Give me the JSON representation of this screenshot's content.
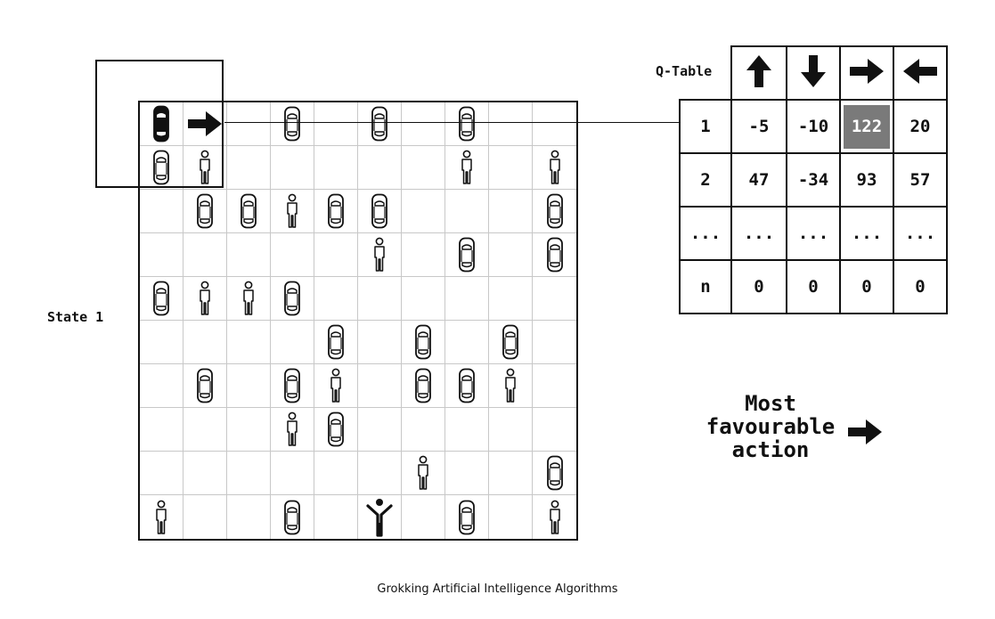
{
  "state_label": "State 1",
  "qtable": {
    "title": "Q-Table",
    "actions": [
      {
        "icon": "arrow-up-icon"
      },
      {
        "icon": "arrow-down-icon"
      },
      {
        "icon": "arrow-right-icon"
      },
      {
        "icon": "arrow-left-icon"
      }
    ],
    "rows": [
      {
        "state": "1",
        "values": [
          "-5",
          "-10",
          "122",
          "20"
        ],
        "highlight_index": 2
      },
      {
        "state": "2",
        "values": [
          "47",
          "-34",
          "93",
          "57"
        ],
        "highlight_index": -1
      },
      {
        "state": "...",
        "values": [
          "...",
          "...",
          "...",
          "..."
        ],
        "highlight_index": -1
      },
      {
        "state": "n",
        "values": [
          "0",
          "0",
          "0",
          "0"
        ],
        "highlight_index": -1
      }
    ],
    "highlight_color": "#7a7a7a"
  },
  "favourable_action": {
    "line1": "Most",
    "line2": "favourable",
    "line3": "action",
    "icon": "arrow-right-icon"
  },
  "caption": "Grokking Artificial Intelligence Algorithms",
  "grid_map": [
    "AR.C.C.C.",
    "CP.....P.P",
    ".CCPCC...C",
    ".....P.C.C",
    "CPPC......",
    "....C.C.C.",
    ".C.CP.CCP.",
    "...PC.....",
    "......P..C",
    "P..C.D.C.P"
  ],
  "grid_legend": {
    "A": "agent-car",
    "R": "move-arrow",
    "C": "parked-car",
    "P": "pedestrian",
    "D": "destination-person",
    ".": "empty"
  }
}
